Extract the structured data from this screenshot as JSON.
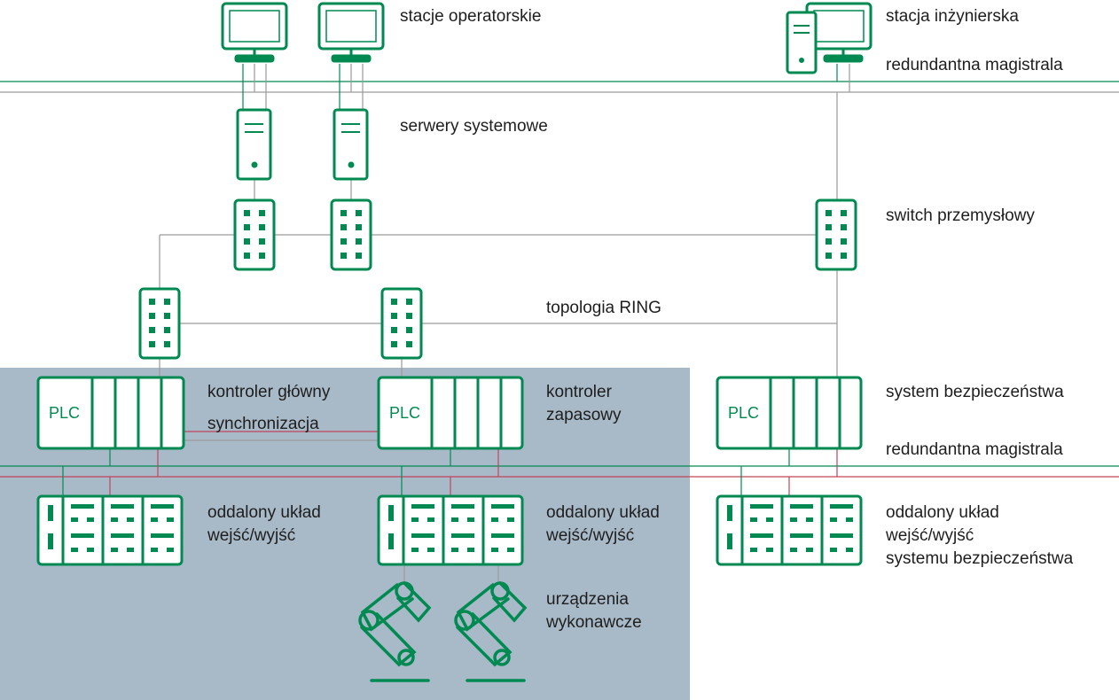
{
  "colors": {
    "green": "#008a52",
    "panel": "#a8b9c8",
    "gray_line": "#9a9a9a",
    "pink_line": "#c0465a",
    "text": "#1e1e1e"
  },
  "labels": {
    "operator_stations": "stacje operatorskie",
    "engineering_station": "stacja inżynierska",
    "redundant_bus_top": "redundantna magistrala",
    "system_servers": "serwery systemowe",
    "industrial_switch": "switch przemysłowy",
    "ring_topology": "topologia RING",
    "main_controller": "kontroler główny",
    "synchronization": "synchronizacja",
    "backup_controller_1": "kontroler",
    "backup_controller_2": "zapasowy",
    "safety_system": "system bezpieczeństwa",
    "redundant_bus_bottom": "redundantna magistrala",
    "remote_io_1a": "oddalony układ",
    "remote_io_1b": "wejść/wyjść",
    "remote_io_2a": "oddalony układ",
    "remote_io_2b": "wejść/wyjść",
    "remote_io_safety_a": "oddalony układ",
    "remote_io_safety_b": "wejść/wyjść",
    "remote_io_safety_c": "systemu bezpieczeństwa",
    "actuators_1": "urządzenia",
    "actuators_2": "wykonawcze"
  },
  "plc": {
    "main": "PLC",
    "backup": "PLC",
    "safety": "PLC"
  }
}
